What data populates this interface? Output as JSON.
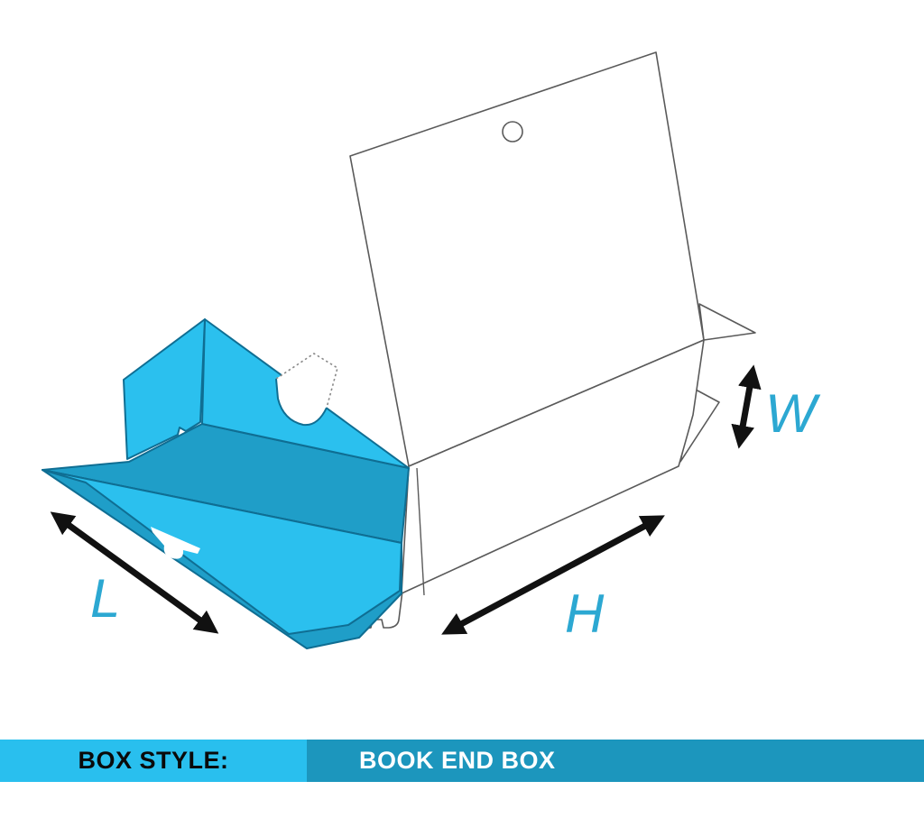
{
  "diagram": {
    "type": "packaging-dieline-illustration",
    "labels": {
      "length": "L",
      "height": "H",
      "width": "W"
    },
    "parts": [
      "lid-panel",
      "hang-hole",
      "body-panel",
      "glue-crease",
      "bottom-tuck-tab",
      "side-triangle-flap-top",
      "side-triangle-flap-bottom",
      "left-end-flap",
      "back-panel",
      "interior-bottom",
      "thumb-tab-cutout",
      "front-flap",
      "front-flap-side-strip",
      "handle-slot"
    ]
  },
  "banner": {
    "style_label": "BOX STYLE:",
    "style_value": "BOOK END BOX"
  },
  "colors": {
    "cyan-light": "#2BC0EE",
    "cyan-dark": "#1F9EC8",
    "banner-left-bg": "#29BFEE",
    "banner-right-bg": "#1C96BD",
    "dim-label": "#2CA8D2",
    "outline-gray": "#5a5a5a",
    "outline-teal": "#0F6E93",
    "arrow-black": "#111111"
  }
}
